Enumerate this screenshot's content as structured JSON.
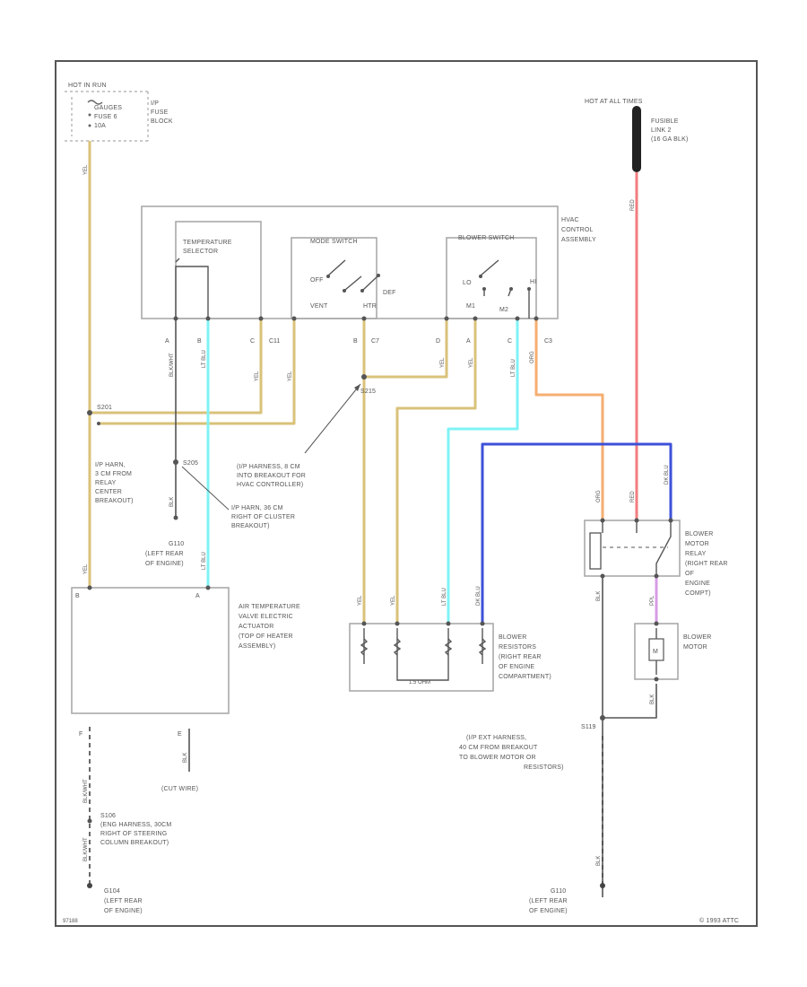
{
  "colors": {
    "yellow_wire": "#d9c27a",
    "light_blue_wire": "#7ff3f6",
    "red_wire": "#f27d80",
    "orange_wire": "#f5ae70",
    "dark_blue_wire": "#3d51d8",
    "purple_wire": "#d79be6",
    "black_wire": "#555555",
    "frame": "#555555"
  },
  "fuse_block": {
    "title": "HOT IN RUN",
    "fuse_line1": "GAUGES",
    "fuse_line2": "FUSE 6",
    "fuse_line3": "10A",
    "block_line1": "I/P",
    "block_line2": "FUSE",
    "block_line3": "BLOCK"
  },
  "fusible_link": {
    "title": "HOT AT ALL TIMES",
    "line1": "FUSIBLE",
    "line2": "LINK 2",
    "line3": "(16 GA BLK)"
  },
  "hvac_control": {
    "line1": "HVAC",
    "line2": "CONTROL",
    "line3": "ASSEMBLY",
    "temp_line1": "TEMPERATURE",
    "temp_line2": "SELECTOR",
    "mode_switch": "MODE SWITCH",
    "mode_off": "OFF",
    "mode_def": "DEF",
    "mode_vent": "VENT",
    "mode_htr": "HTR",
    "blower_switch": "BLOWER SWITCH",
    "blower_lo": "LO",
    "blower_m1": "M1",
    "blower_m2": "M2",
    "blower_hi": "HI",
    "pins": [
      "A",
      "B",
      "C",
      "C11",
      "B",
      "C7",
      "D",
      "A",
      "C",
      "C3"
    ]
  },
  "splices": {
    "s201": "S201",
    "s201_line1": "I/P HARN,",
    "s201_line2": "3 CM FROM",
    "s201_line3": "RELAY",
    "s201_line4": "CENTER",
    "s201_line5": "BREAKOUT)",
    "s205": "S205",
    "s205_line1": "I/P HARN, 36 CM",
    "s205_line2": "RIGHT OF CLUSTER",
    "s205_line3": "BREAKOUT)",
    "s215": "S215",
    "s215_line1": "(I/P HARNESS, 8 CM",
    "s215_line2": "INTO BREAKOUT FOR",
    "s215_line3": "HVAC CONTROLLER)",
    "s106": "S106",
    "s106_line1": "(ENG HARNESS, 30CM",
    "s106_line2": "RIGHT OF STEERING",
    "s106_line3": "COLUMN BREAKOUT)",
    "s119": "S119",
    "s119_line1": "(I/P EXT HARNESS,",
    "s119_line2": "40 CM FROM BREAKOUT",
    "s119_line3": "TO BLOWER MOTOR OR",
    "s119_line4": "RESISTORS)"
  },
  "grounds": {
    "g110_left": "G110",
    "g110_left_line1": "(LEFT REAR",
    "g110_left_line2": "OF ENGINE)",
    "g104": "G104",
    "g104_line1": "(LEFT REAR",
    "g104_line2": "OF ENGINE)",
    "g110_right": "G110",
    "g110_right_line1": "(LEFT REAR",
    "g110_right_line2": "OF ENGINE)"
  },
  "actuator": {
    "line1": "AIR TEMPERATURE",
    "line2": "VALVE ELECTRIC",
    "line3": "ACTUATOR",
    "line4": "(TOP OF HEATER",
    "line5": "ASSEMBLY)",
    "pin1": "B",
    "pin2": "A",
    "pin3": "F",
    "pin4": "E",
    "cut_wire": "(CUT WIRE)"
  },
  "resistors": {
    "line1": "BLOWER",
    "line2": "RESISTORS",
    "line3": "(RIGHT REAR",
    "line4": "OF ENGINE",
    "line5": "COMPARTMENT)",
    "mid_label": "1.5 OHM"
  },
  "relay": {
    "line1": "BLOWER",
    "line2": "MOTOR",
    "line3": "RELAY",
    "line4": "(RIGHT REAR",
    "line5": "OF",
    "line6": "ENGINE",
    "line7": "COMPT)"
  },
  "motor": {
    "line1": "BLOWER",
    "line2": "MOTOR",
    "symbol": "M"
  },
  "wire_labels": {
    "yel": "YEL",
    "red": "RED",
    "blk": "BLK",
    "ltblu": "LT BLU",
    "org": "ORG",
    "dkblu": "DK BLU",
    "ppl": "PPL",
    "blkwht": "BLK/WHT"
  },
  "footer_left": "97188",
  "footer_right": "© 1993 ATTC"
}
